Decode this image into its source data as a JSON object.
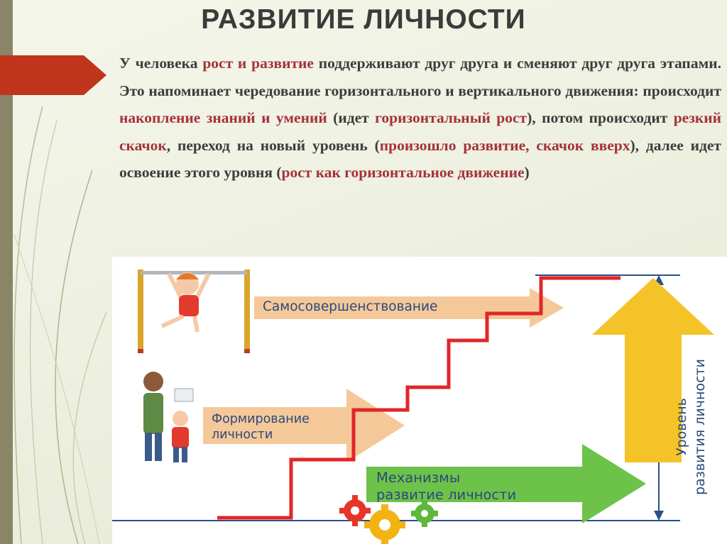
{
  "slide": {
    "title": "РАЗВИТИЕ ЛИЧНОСТИ",
    "body": {
      "s1": "У человека ",
      "h1": "рост и развитие",
      "s2": " поддерживают друг друга и сменяют друг друга этапами. Это напоминает чередование горизонтального и вертикального движения: происходит ",
      "h2": "накопление знаний и умений",
      "s3": " (идет ",
      "h3": "горизонтальный рост",
      "s4": "), потом происходит ",
      "h4": "резкий скачок",
      "s5": ", переход на новый уровень (",
      "h5": "произошло развитие, скачок вверх",
      "s6": "), далее идет освоение этого уровня (",
      "h6": "рост как горизонтальное движение",
      "s7": ")"
    }
  },
  "diagram": {
    "arrow_top": "Самосовершенствование",
    "arrow_middle_line1": "Формирование",
    "arrow_middle_line2": "личности",
    "arrow_bottom_line1": "Механизмы",
    "arrow_bottom_line2": "развитие личности",
    "vertical_line1": "Уровень",
    "vertical_line2": "развития личности"
  },
  "colors": {
    "accent_red": "#a4323a",
    "step_line": "#e0262a",
    "arrow_orange": "#f5c89a",
    "arrow_green": "#6dc24a",
    "arrow_yellow": "#f4c328",
    "label_blue": "#2b4a7a"
  }
}
